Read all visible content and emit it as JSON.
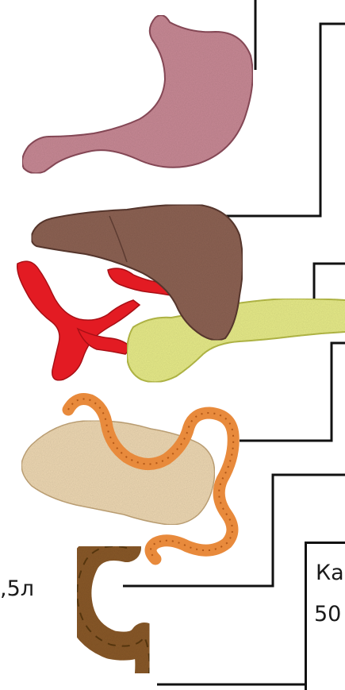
{
  "labels": {
    "left_volume": ",5л",
    "box_line_1": "Ка",
    "box_line_2": "50"
  },
  "colors": {
    "stomach": "#c98a96",
    "liver": "#8e6355",
    "pancreas": "#e8ec8a",
    "artery": "#e31b23",
    "small_intestine": "#e88a3c",
    "colon": "#8a5a2b",
    "mesentery": "#efd9b4",
    "leader_line": "#111111"
  },
  "organs": [
    {
      "name": "stomach"
    },
    {
      "name": "liver"
    },
    {
      "name": "pancreas"
    },
    {
      "name": "artery"
    },
    {
      "name": "small-intestine"
    },
    {
      "name": "colon"
    }
  ]
}
